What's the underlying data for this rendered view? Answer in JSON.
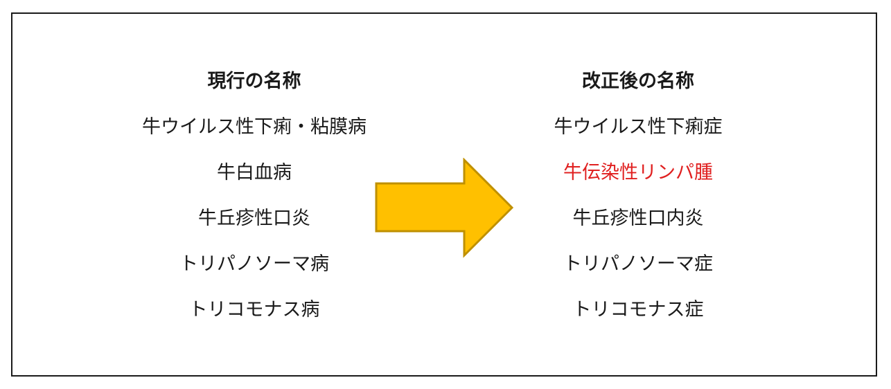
{
  "current": {
    "heading": "現行の名称",
    "items": [
      "牛ウイルス性下痢・粘膜病",
      "牛白血病",
      "牛丘疹性口炎",
      "トリパノソーマ病",
      "トリコモナス病"
    ]
  },
  "revised": {
    "heading": "改正後の名称",
    "items": [
      "牛ウイルス性下痢症",
      "牛伝染性リンパ腫",
      "牛丘疹性口内炎",
      "トリパノソーマ症",
      "トリコモナス症"
    ],
    "highlight_color": "#e02020"
  },
  "arrow": {
    "icon": "right-arrow-icon",
    "fill": "#ffc000",
    "stroke": "#bf9000"
  }
}
